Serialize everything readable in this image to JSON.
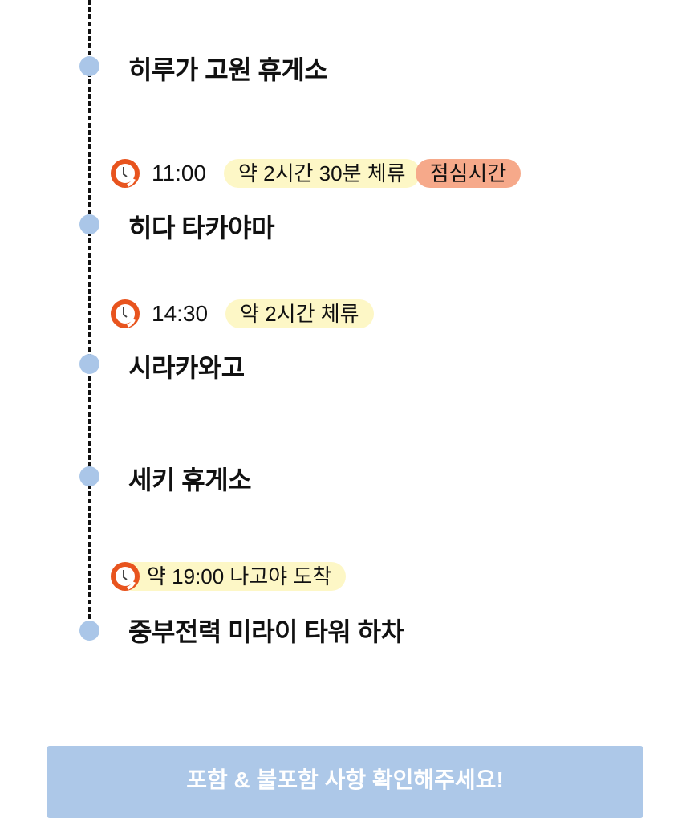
{
  "timeline": [
    {
      "title": "히루가 고원 휴게소"
    },
    {
      "time": "11:00",
      "stay": "약 2시간 30분 체류",
      "tag": "점심시간",
      "title": "히다 타카야마"
    },
    {
      "time": "14:30",
      "stay": "약 2시간 체류",
      "title": "시라카와고"
    },
    {
      "title": "세키 휴게소"
    },
    {
      "arrival": "약 19:00 나고야 도착",
      "title": "중부전력 미라이 타워 하차"
    }
  ],
  "button": {
    "label": "포함 & 불포함 사항 확인해주세요!"
  },
  "colors": {
    "dot": "#aac6e8",
    "stay_badge": "#fdf7c6",
    "tag_badge": "#f6a98a",
    "clock": "#e8541e",
    "button": "#adc8e8"
  }
}
